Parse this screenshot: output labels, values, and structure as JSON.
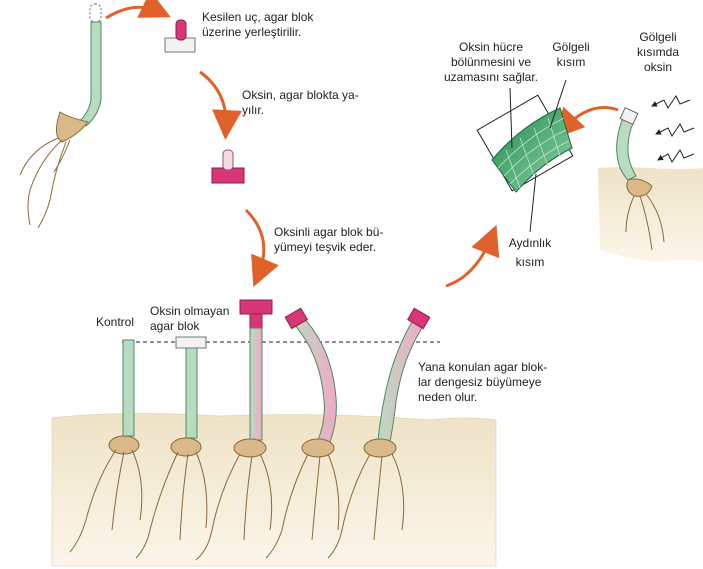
{
  "steps": {
    "step1": {
      "line1": "Kesilen uç, agar blok",
      "line2": "üzerine yerleştirilir."
    },
    "step2": {
      "line1": "Oksin, agar blokta ya-",
      "line2": "yılır."
    },
    "step3": {
      "line1": "Oksinli agar blok bü-",
      "line2": "yümeyi teşvik eder."
    }
  },
  "row_labels": {
    "control": "Kontrol",
    "no_auxin_line1": "Oksin olmayan",
    "no_auxin_line2": "agar blok",
    "side_line1": "Yana konulan agar blok-",
    "side_line2": "lar dengesiz büyümeye",
    "side_line3": "neden olur."
  },
  "inset": {
    "auxin_line1": "Oksin hücre",
    "auxin_line2": "bölünmesini ve",
    "auxin_line3": "uzamasını sağlar.",
    "shaded_line1": "Gölgeli",
    "shaded_line2": "kısım",
    "lit_line1": "Aydınlık",
    "lit_line2": "kısım",
    "shaded_auxin_line1": "Gölgeli",
    "shaded_auxin_line2": "kısımda",
    "shaded_auxin_line3": "oksin"
  },
  "colors": {
    "stem": "#b9dcc0",
    "stem_stroke": "#4f8a62",
    "auxin_pink": "#d9367a",
    "arrow": "#e0622a",
    "soil": "#f4ecd8",
    "root": "#b89a6a",
    "cells": "#3aa36a"
  }
}
